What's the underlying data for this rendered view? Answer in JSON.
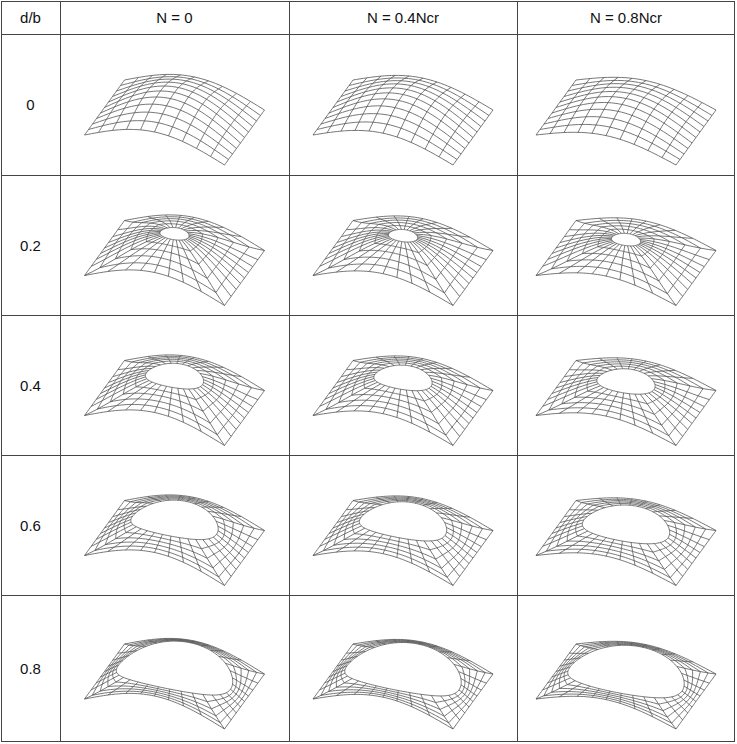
{
  "diagram": {
    "labels": [
      "d/b",
      "N = 0",
      "N = 0.4Ncr",
      "N = 0.8Ncr",
      "0",
      "0.2",
      "0.4",
      "0.6",
      "0.8"
    ]
  }
}
